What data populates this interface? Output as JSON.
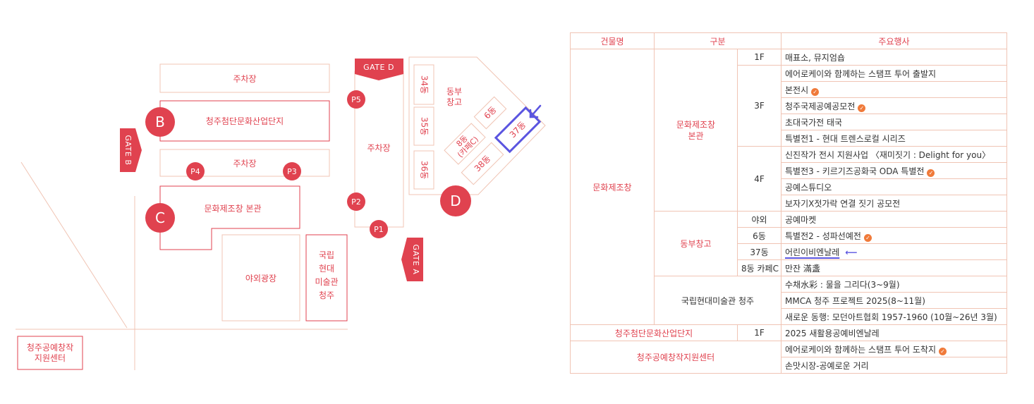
{
  "map": {
    "areas": {
      "parking_top": "주차장",
      "complex": "청주첨단문화산업단지",
      "parking_mid": "주차장",
      "main_building": "문화제조창 본관",
      "plaza": "야외광장",
      "museum": "국립\n현대\n미술관\n청주",
      "craft_center": "청주공예창작\n지원센터",
      "parking_east": "주차장",
      "b34": "34동",
      "b35": "35동",
      "b36": "36동",
      "east_warehouse": "동부\n창고",
      "b6": "6동",
      "b37": "37동",
      "b8": "8동\n(카페C)",
      "b38": "38동"
    },
    "zones": {
      "b": "B",
      "c": "C",
      "d": "D"
    },
    "parking": {
      "p1": "P1",
      "p2": "P2",
      "p3": "P3",
      "p4": "P4",
      "p5": "P5"
    },
    "gates": {
      "gate_a": "GATE A",
      "gate_b": "GATE B",
      "gate_d": "GATE D"
    },
    "colors": {
      "accent": "#e0424f",
      "line": "#f0c4b4",
      "highlight": "#5b55e0",
      "check": "#f07a3a"
    }
  },
  "table": {
    "headers": {
      "building": "건물명",
      "category": "구분",
      "events": "주요행사"
    },
    "venue_main": "문화제조창",
    "main_hall": "문화제조창\n본관",
    "east_warehouse": "동부창고",
    "museum": "국립현대미술관 청주",
    "complex": "청주첨단문화산업단지",
    "craft_center": "청주공예창작지원센터",
    "floors": {
      "f1": "1F",
      "f3": "3F",
      "f4": "4F",
      "outdoor": "야외",
      "d6": "6동",
      "d37": "37동",
      "d8": "8동 카페C",
      "complex_f1": "1F"
    },
    "rows": [
      "매표소, 뮤지엄숍",
      "에어로케이와 함께하는 스탬프 투어 출발지",
      "본전시",
      "청주국제공예공모전",
      "초대국가전 태국",
      "특별전1 - 현대 트렌스로컬 시리즈",
      "신진작가 전시 지원사업 〈재미짓기 : Delight for you〉",
      "특별전3 - 키르기즈공화국 ODA 특별전",
      "공예스튜디오",
      "보자기X젓가락 연결 짓기 공모전",
      "공예마켓",
      "특별전2 - 성파선예전",
      "어린이비엔날레",
      "만잔 滿盞",
      "수채水彩 : 물을 그리다(3~9월)",
      "MMCA 청주 프로젝트 2025(8~11월)",
      "새로운 동행: 모던아트협회 1957-1960 (10월~26년 3월)",
      "2025 새활용공예비엔날레",
      "에어로케이와 함께하는 스탬프 투어 도착지",
      "손맛시장-공예로운 거리"
    ]
  }
}
